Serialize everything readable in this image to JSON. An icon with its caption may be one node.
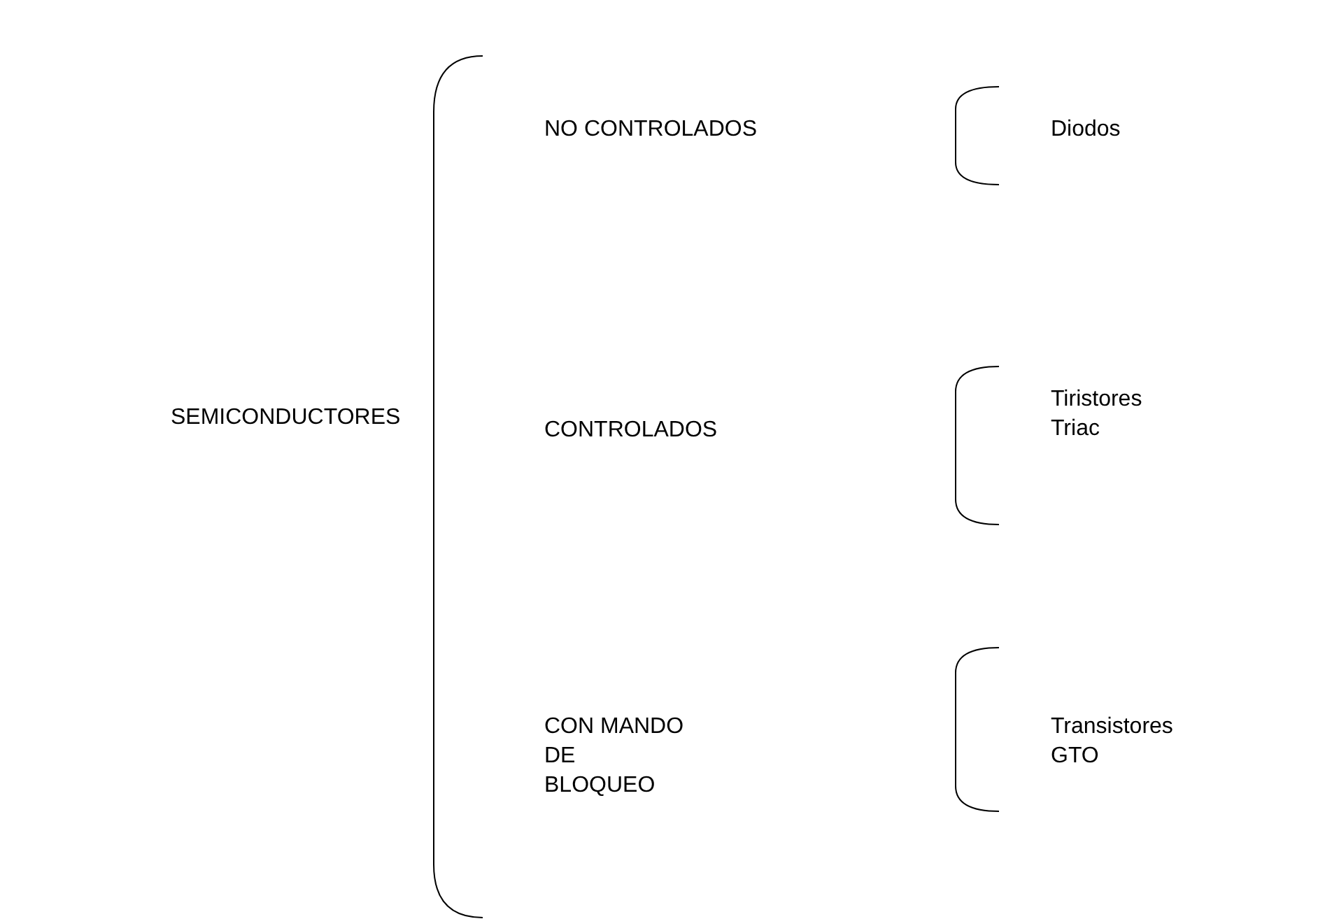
{
  "diagram": {
    "labels": [
      "SEMICONDUCTORES",
      "NO CONTROLADOS",
      "Diodos",
      "CONTROLADOS",
      "Tiristores",
      "Triac",
      "CON MANDO DE BLOQUEO",
      "Transistores",
      "GTO"
    ]
  }
}
